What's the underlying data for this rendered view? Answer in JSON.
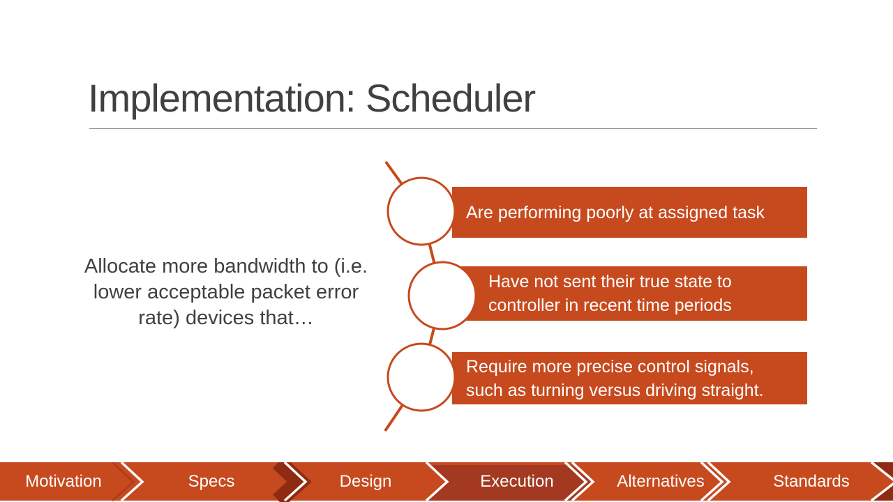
{
  "slide": {
    "title": "Implementation: Scheduler",
    "lead_text": {
      "lines": [
        "Allocate more bandwidth to (i.e.",
        "lower  acceptable packet error",
        "rate) devices that…"
      ]
    },
    "diagram": {
      "items": [
        {
          "lines": [
            "Are performing poorly at assigned task"
          ]
        },
        {
          "lines": [
            "Have not sent their true state to",
            "controller in recent time periods"
          ]
        },
        {
          "lines": [
            "Require more precise control signals,",
            "such as turning versus driving straight."
          ]
        }
      ]
    },
    "nav": {
      "items": [
        {
          "label": "Motivation",
          "active": false
        },
        {
          "label": "Specs",
          "active": false
        },
        {
          "label": "Design",
          "active": false
        },
        {
          "label": "Execution",
          "active": true
        },
        {
          "label": "Alternatives",
          "active": false
        },
        {
          "label": "Standards",
          "active": false
        }
      ]
    },
    "theme": {
      "slide_bg": "#FFFFFF",
      "accent": "#C7491E",
      "accent_dark": "#A23920",
      "maroon": "#8E2B12",
      "chevron_shadow": "#AF3E1B",
      "title_color": "#404040",
      "rule_color": "#909090",
      "text_color": "#404040",
      "banner_text_color": "#FFFFFF"
    }
  }
}
